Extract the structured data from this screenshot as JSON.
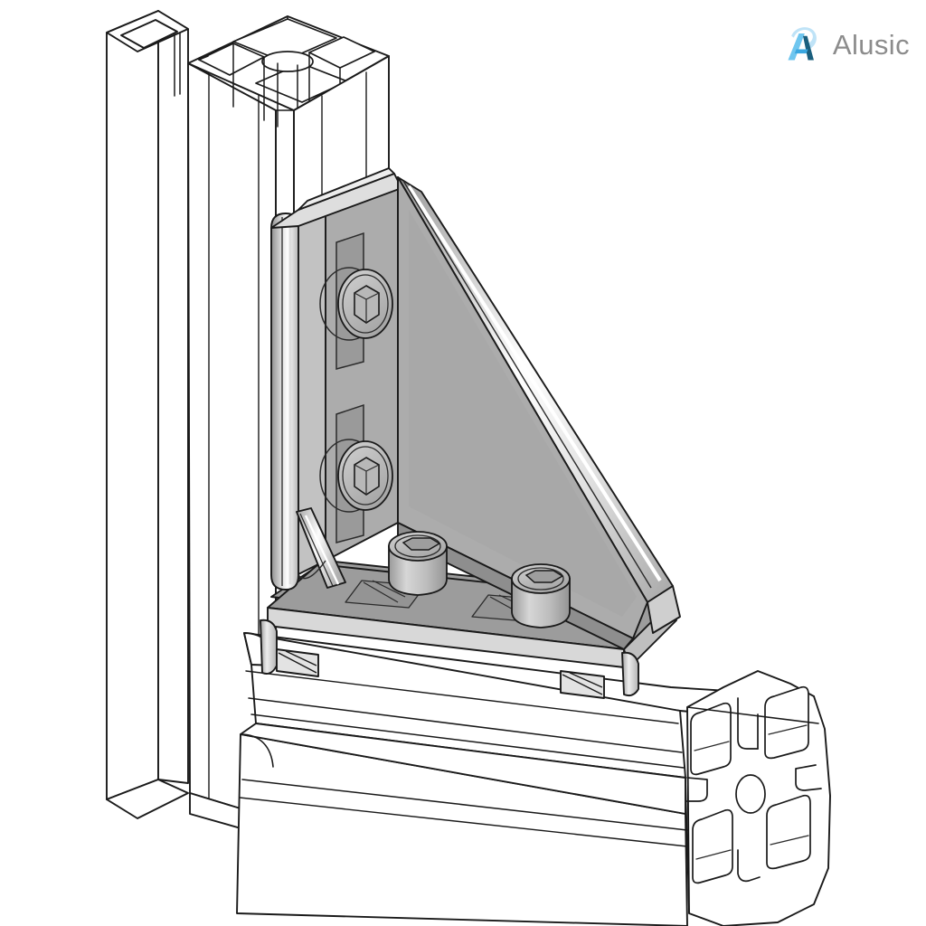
{
  "document": {
    "title": "Alusic Gusset Bracket Assembly",
    "kind": "technical-line-drawing",
    "background_color": "#ffffff",
    "view": "isometric exploded-free assembly view"
  },
  "brand": {
    "name": "Alusic",
    "logo_icon": "alusic-a-monogram-icon",
    "text_color": "#8c8c8c",
    "mark_color_light": "#6fc6ef",
    "mark_color_mid": "#3aa7e0",
    "mark_color_dark": "#1b5f7e",
    "mark_color_pale": "#bfe3f7"
  },
  "palette": {
    "stroke": "#1a1a1a",
    "stroke_thin": "#2b2b2b",
    "face_white": "#ffffff",
    "face_light": "#e9e9e9",
    "face_mid": "#c9c9c9",
    "face_gusset": "#acacac",
    "face_plate": "#9c9c9c",
    "face_dark": "#8a8a8a",
    "highlight": "#fdfdfd",
    "shadow": "#787878"
  },
  "parts": [
    {
      "id": "vertical-extrusion",
      "label": "Vertical T-slot aluminium extrusion",
      "profile": "square 4-chamber T-slot profile",
      "features": [
        "central bore",
        "four T-slots",
        "four corner chambers"
      ],
      "face_color": "#ffffff"
    },
    {
      "id": "horizontal-extrusion",
      "label": "Horizontal T-slot aluminium extrusion",
      "profile": "square 4-chamber T-slot profile",
      "features": [
        "central bore",
        "four T-slots",
        "four corner chambers",
        "open end face"
      ],
      "face_color": "#ffffff"
    },
    {
      "id": "gusset-bracket",
      "label": "Triangular gusset corner bracket",
      "features": [
        "vertical mounting plate",
        "horizontal base plate",
        "triangular web with ribbed hypotenuse",
        "small diagonal stiffening rib",
        "rounded edge ribs"
      ],
      "face_color": "#acacac"
    },
    {
      "id": "fasteners",
      "label": "Hex socket cap screws",
      "count": 4,
      "positions": [
        "vertical-upper",
        "vertical-lower",
        "base-left",
        "base-right"
      ],
      "drive": "hex-socket"
    },
    {
      "id": "t-nuts",
      "label": "T-slot sliding nuts",
      "count": 2,
      "positions": [
        "vertical-upper",
        "vertical-lower"
      ]
    }
  ]
}
